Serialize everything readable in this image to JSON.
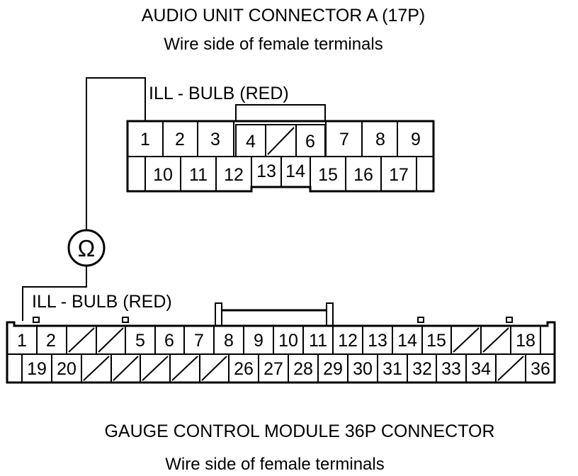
{
  "audio_connector": {
    "title": "AUDIO UNIT CONNECTOR A (17P)",
    "subtitle": "Wire side of female terminals",
    "probe_label": "ILL -  BULB (RED)",
    "pins_top": [
      "1",
      "2",
      "3",
      "4",
      "6",
      "7",
      "8",
      "9"
    ],
    "pins_bottom": [
      "10",
      "11",
      "12",
      "13",
      "14",
      "15",
      "16",
      "17"
    ]
  },
  "meter": {
    "symbol": "Ω"
  },
  "gauge_connector": {
    "title": "GAUGE CONTROL MODULE 36P CONNECTOR",
    "subtitle": "Wire side of female terminals",
    "probe_label": "ILL -  BULB (RED)",
    "pins_top": [
      "1",
      "2",
      "5",
      "6",
      "7",
      "8",
      "9",
      "10",
      "11",
      "12",
      "13",
      "14",
      "15",
      "18"
    ],
    "pins_bottom": [
      "19",
      "20",
      "26",
      "27",
      "28",
      "29",
      "30",
      "31",
      "32",
      "33",
      "34",
      "36"
    ]
  }
}
